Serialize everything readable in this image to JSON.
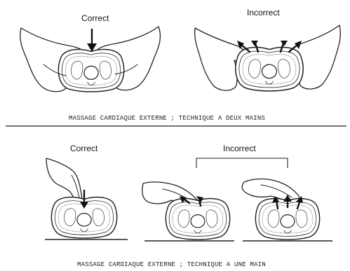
{
  "top_panel": {
    "correct_label": "Correct",
    "incorrect_label": "Incorrect",
    "caption": "MASSAGE CARDIAQUE EXTERNE ; TECHNIQUE A DEUX MAINS"
  },
  "bottom_panel": {
    "correct_label": "Correct",
    "incorrect_label": "Incorrect",
    "caption": "MASSAGE CARDIAQUE EXTERNE ; TECHNIQUE A UNE MAIN"
  }
}
